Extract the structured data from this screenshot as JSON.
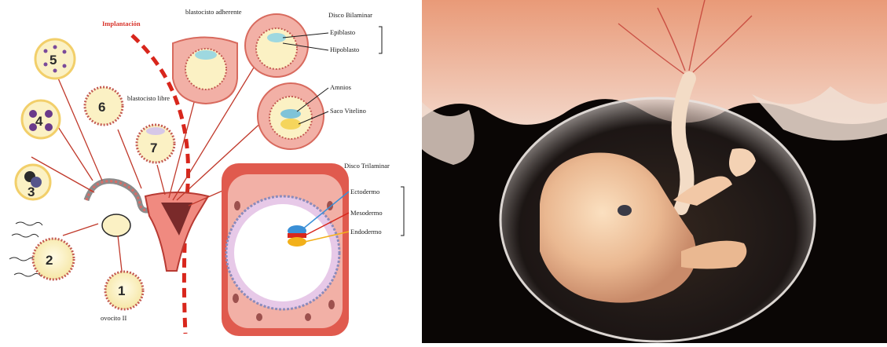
{
  "diagram": {
    "implantation_label": "Implantación",
    "blastocyst_adherent_label": "blastocisto adherente",
    "bilaminar_disc_title": "Disco Bilaminar",
    "epiblast_label": "Epiblasto",
    "hypoblast_label": "Hipoblasto",
    "amnion_label": "Amnios",
    "yolk_sac_label": "Saco Vitelino",
    "free_blastocyst_label": "blastocisto libre",
    "trilaminar_disc_title": "Disco Trilaminar",
    "ectoderm_label": "Ectodermo",
    "mesoderm_label": "Mesodermo",
    "endoderm_label": "Endodermo",
    "ovocyte_label": "ovocito II",
    "stages": [
      "1",
      "2",
      "3",
      "4",
      "5",
      "6",
      "7"
    ],
    "colors": {
      "uterine_wall": "#e05a4e",
      "endometrium": "#f2b0a6",
      "cell_fill": "#fbf1c4",
      "cell_rim": "#f2cf6a",
      "implant_line": "#d8261c",
      "ectoderm": "#3a8fd6",
      "mesoderm": "#d8261c",
      "endoderm": "#f2b01a"
    }
  },
  "photo": {
    "subject": "human embryo within amniotic sac",
    "background": "#0a0605"
  }
}
